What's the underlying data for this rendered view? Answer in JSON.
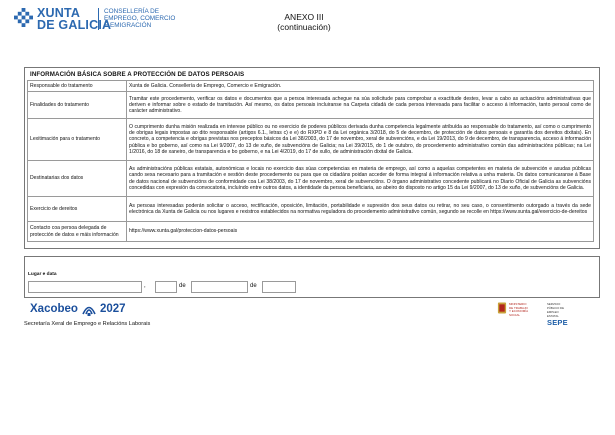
{
  "header": {
    "logo_line1": "XUNTA",
    "logo_line2": "DE GALICIA",
    "conselleria_line1": "CONSELLERÍA DE",
    "conselleria_line2": "EMPREGO, COMERCIO",
    "conselleria_line3": "E EMIGRACIÓN",
    "annex_title": "ANEXO III",
    "annex_subtitle": "(continuación)"
  },
  "section": {
    "title": "INFORMACIÓN BÁSICA SOBRE A PROTECCIÓN DE DATOS PERSOAIS"
  },
  "rows": [
    {
      "label": "Responsable do tratamento",
      "value": "Xunta de Galicia. Consellería de Emprego, Comercio e Emigración."
    },
    {
      "label": "Finalidades do tratamento",
      "value": "Tramitar este procedemento, verificar os datos e documentos que a persoa interesada achegue na súa solicitude para comprobar a exactitude destes, levar a cabo as actuacións administrativas que deriven e informar sobre o estado de tramitación. Así mesmo, os datos persoais incluiranse na Carpeta cidadá de cada persoa interesada para facilitar o acceso á información, tanto persoal como de carácter administrativo."
    },
    {
      "label": "Lexitimación para o tratamento",
      "value": "O cumprimento dunha misión realizada en interese público ou no exercicio de poderes públicos derivada dunha competencia legalmente atribuída ao responsable do tratamento, así como o cumprimento de obrigas legais impostas ao dito responsable (artigos 6.1., letras c) e e) do RXPD e 8 da Lei orgánica 3/2018, do 5 de decembro, de protección de datos persoais e garantía dos dereitos dixitais). En concreto, a competencia e obrigas previstas nos preceptos básicos da Lei 38/2003, do 17 de novembro, xeral de subvencións, e da Lei 19/2013, do 9 de decembro, de transparencia, acceso á información pública e bo goberno, así como na Lei 9/2007, do 13 de xuño, de subvencións de Galicia; na Lei 39/2015, do 1 de outubro, do procedemento administrativo común das administracións públicas; na Lei 1/2016, do 18 de xaneiro, de transparencia e bo goberno, e na Lei 4/2019, do 17 de xullo, de administración dixital de Galicia."
    },
    {
      "label": "Destinatarias dos datos",
      "value": "As administracións públicas estatais, autonómicas e locais no exercicio das súas competencias en materia de emprego, así como a aquelas competentes en materia de subvención e axudas públicas cando sexa necesario para a tramitación e xestión deste procedemento ou para que os cidadáns poidan acceder de forma integral á información relativa a unha materia. Os datos comunicaranse á Base de datos nacional de subvencións de conformidade coa Lei 38/2003, do 17 de novembro, xeral de subvencións. O órgano administrativo concedente publicará no Diario Oficial de Galicia as subvencións concedidas con expresión da convocatoria, incluíndo entre outros datos, a identidade da persoa beneficiaria, ao abeiro do disposto no artigo 15 da Lei 9/2007, do 13 de xuño, de subvencións de Galicia."
    },
    {
      "label": "Exercicio de dereitos",
      "value": "As persoas interesadas poderán solicitar o acceso, rectificación, oposición, limitación, portabilidade e supresión dos seus datos ou retirar, no seu caso, o consentimento outorgado a través da sede electrónica da Xunta de Galicia ou nos lugares e rexistros establecidos na normativa reguladora do procedemento administrativo común, segundo se recolle en https://www.xunta.gal/exercicio-de-dereitos"
    },
    {
      "label": "Contacto coa persoa delegada de protección de datos e máis información",
      "value": "https://www.xunta.gal/proteccion-datos-persoais"
    }
  ],
  "signature": {
    "place_date_label": "Lugar e data",
    "comma": ",",
    "de1": "de",
    "de2": "de"
  },
  "footer": {
    "xacobeo_word": "Xacobeo",
    "xacobeo_year": "2027",
    "ministerio_line1": "MINISTERIO",
    "ministerio_line2": "DE TRABAJO",
    "ministerio_line3": "Y ECONOMÍA SOCIAL",
    "sepe_top": "SERVICIO PÚBLICO DE EMPLEO ESTATAL",
    "sepe_brand": "SEPE",
    "secretaria": "Secretaría Xeral de Emprego e Relacións Laborais"
  },
  "colors": {
    "xunta_blue": "#2c69b0",
    "xacobeo_blue": "#1b4f9c",
    "ministerio_red": "#b3261e",
    "sepe_blue": "#1f5fa8"
  }
}
